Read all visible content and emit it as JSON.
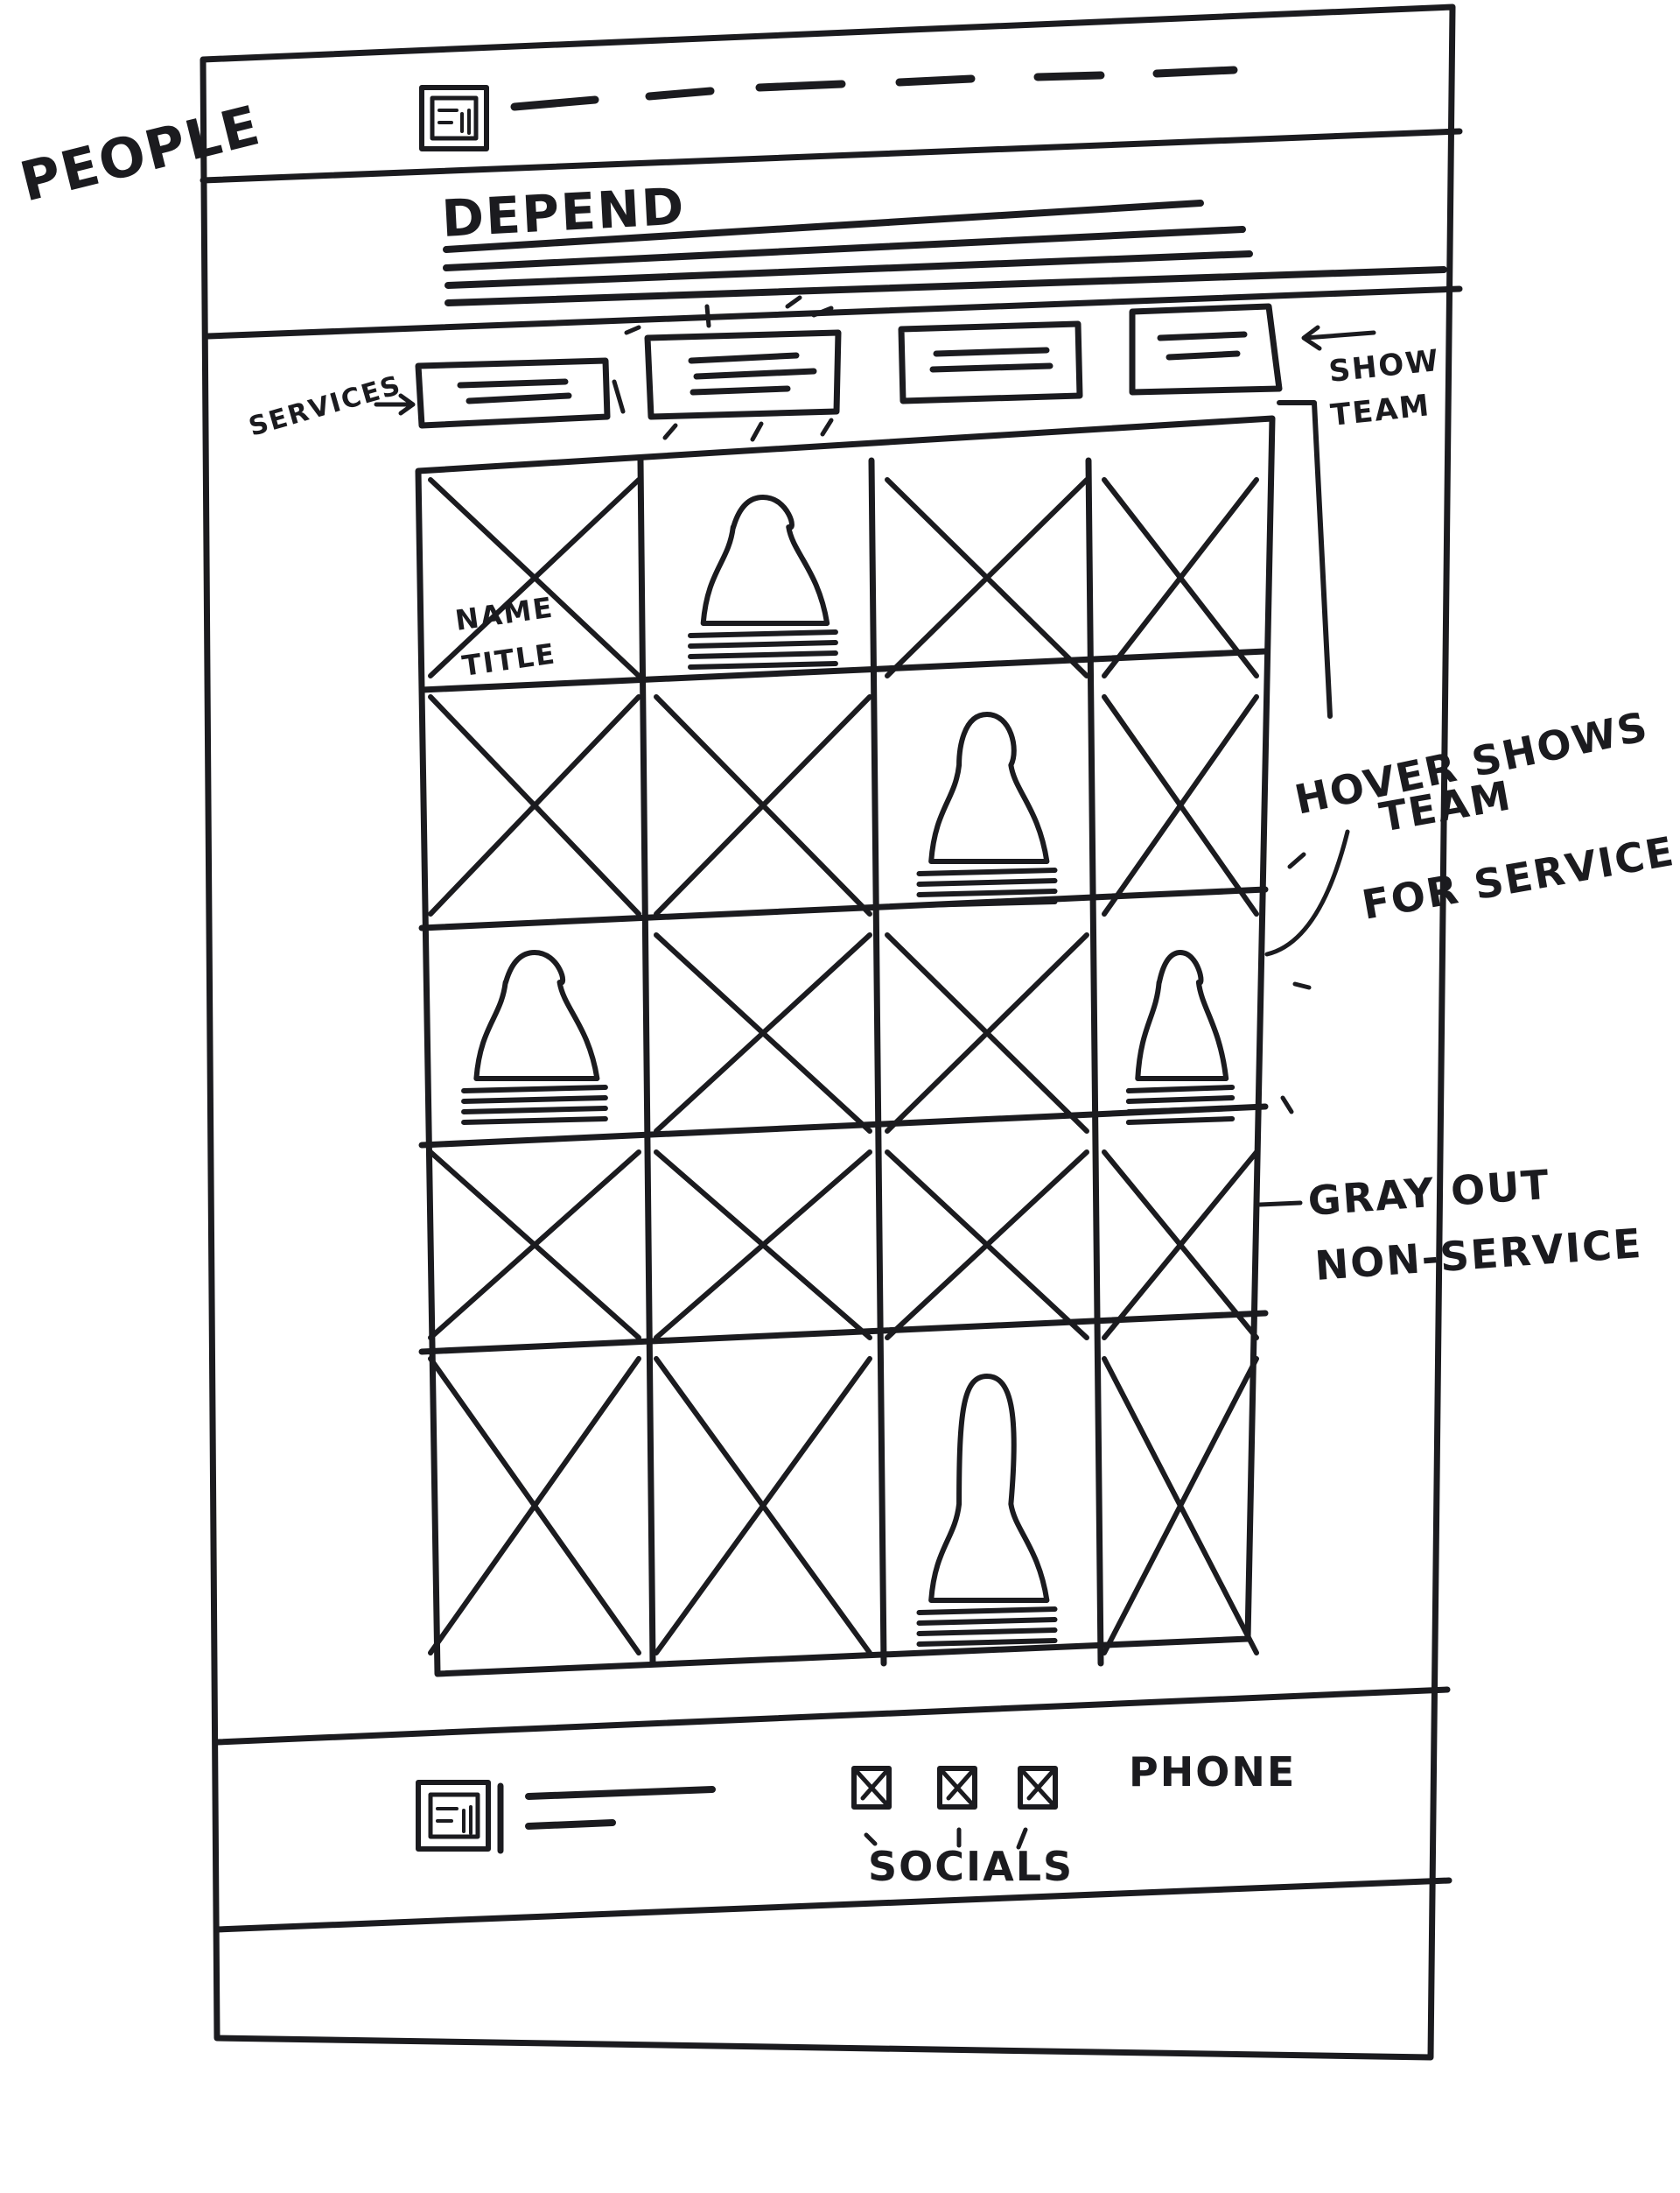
{
  "page_label": "PEOPLE",
  "header": {
    "logo_icon": "logo-mark-icon",
    "nav_items": [
      "",
      "",
      "",
      "",
      "",
      ""
    ]
  },
  "hero": {
    "heading": "DEPEND"
  },
  "filters": {
    "services_label": "SERVICES",
    "show_team_label": [
      "SHOW",
      "TEAM"
    ],
    "buttons": [
      "",
      "",
      "",
      ""
    ],
    "active_index": 1
  },
  "team_grid": {
    "rows": 5,
    "cols": 4,
    "first_tile_caption": [
      "NAME",
      "TITLE"
    ],
    "highlighted_cells": [
      [
        0,
        1
      ],
      [
        1,
        2
      ],
      [
        2,
        0
      ],
      [
        2,
        3
      ],
      [
        4,
        2
      ]
    ]
  },
  "annotations": {
    "hover": [
      "HOVER SHOWS",
      "TEAM",
      "FOR SERVICE"
    ],
    "gray_out": [
      "GRAY OUT",
      "NON-SERVICE"
    ]
  },
  "footer": {
    "logo_icon": "logo-mark-icon",
    "social_icons": [
      "social-icon",
      "social-icon",
      "social-icon"
    ],
    "phone_label": "PHONE",
    "socials_label": "SOCIALS"
  },
  "colors": {
    "ink": "#1b1b1f",
    "paper": "#ffffff"
  }
}
